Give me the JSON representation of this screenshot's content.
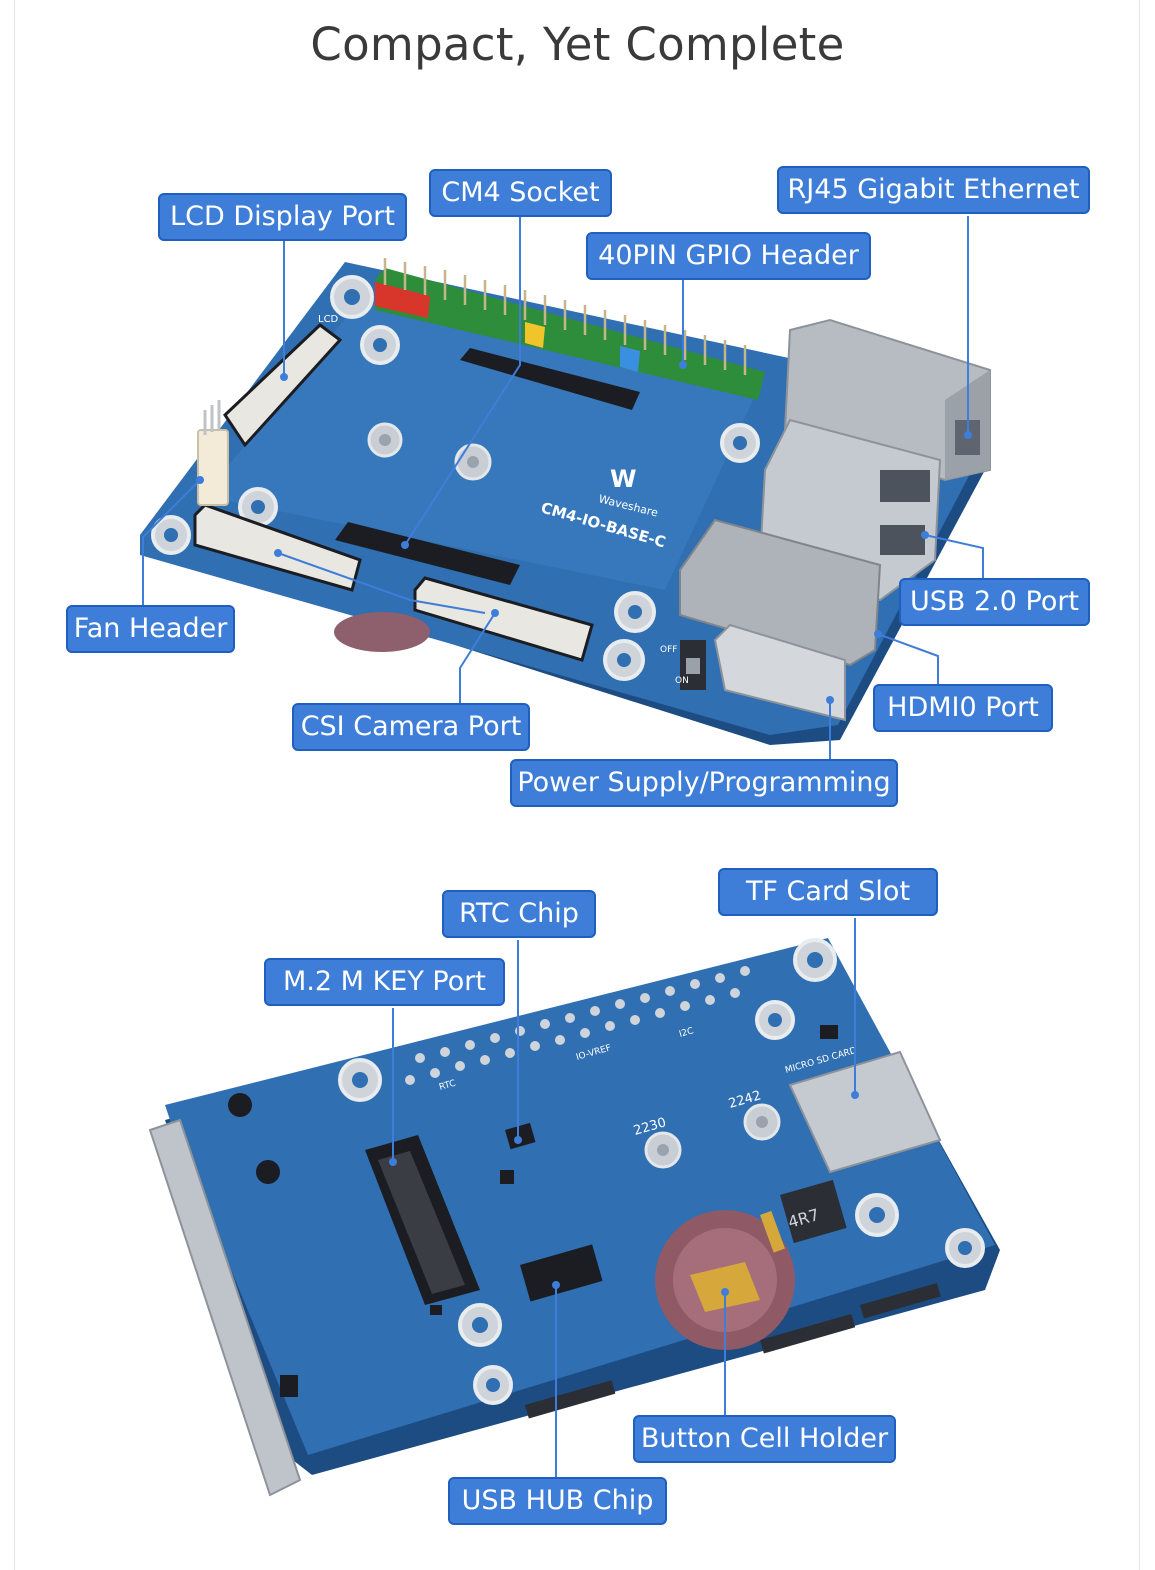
{
  "title": "Compact, Yet Complete",
  "board_top": {
    "silkscreen_model": "CM4-IO-BASE-C",
    "silkscreen_brand": "Waveshare",
    "silkscreen_lcd": "LCD",
    "silkscreen_off": "OFF",
    "silkscreen_on": "ON"
  },
  "board_bottom": {
    "silkscreen_2230": "2230",
    "silkscreen_2242": "2242",
    "silkscreen_inductor": "4R7",
    "silkscreen_sd": "MICRO SD CARD",
    "silkscreen_io_vref": "IO-VREF",
    "silkscreen_rtc": "RTC",
    "silkscreen_i2c": "I2C"
  },
  "labels": {
    "lcd_display_port": "LCD Display Port",
    "cm4_socket": "CM4 Socket",
    "rj45": "RJ45 Gigabit Ethernet",
    "gpio_header": "40PIN GPIO Header",
    "usb2_port": "USB 2.0 Port",
    "fan_header": "Fan Header",
    "hdmi0_port": "HDMI0 Port",
    "csi_camera_port": "CSI Camera Port",
    "power_supply": "Power Supply/Programming",
    "tf_card_slot": "TF Card Slot",
    "rtc_chip": "RTC Chip",
    "m2_port": "M.2 M KEY Port",
    "button_cell_holder": "Button Cell Holder",
    "usb_hub_chip": "USB HUB Chip"
  },
  "colors": {
    "label_fill": "#3e7ed8",
    "label_border": "#1f5fbf",
    "pcb_blue": "#2f6fb2",
    "pcb_dark": "#1f4f88",
    "leader_line": "#3e7ed8"
  }
}
